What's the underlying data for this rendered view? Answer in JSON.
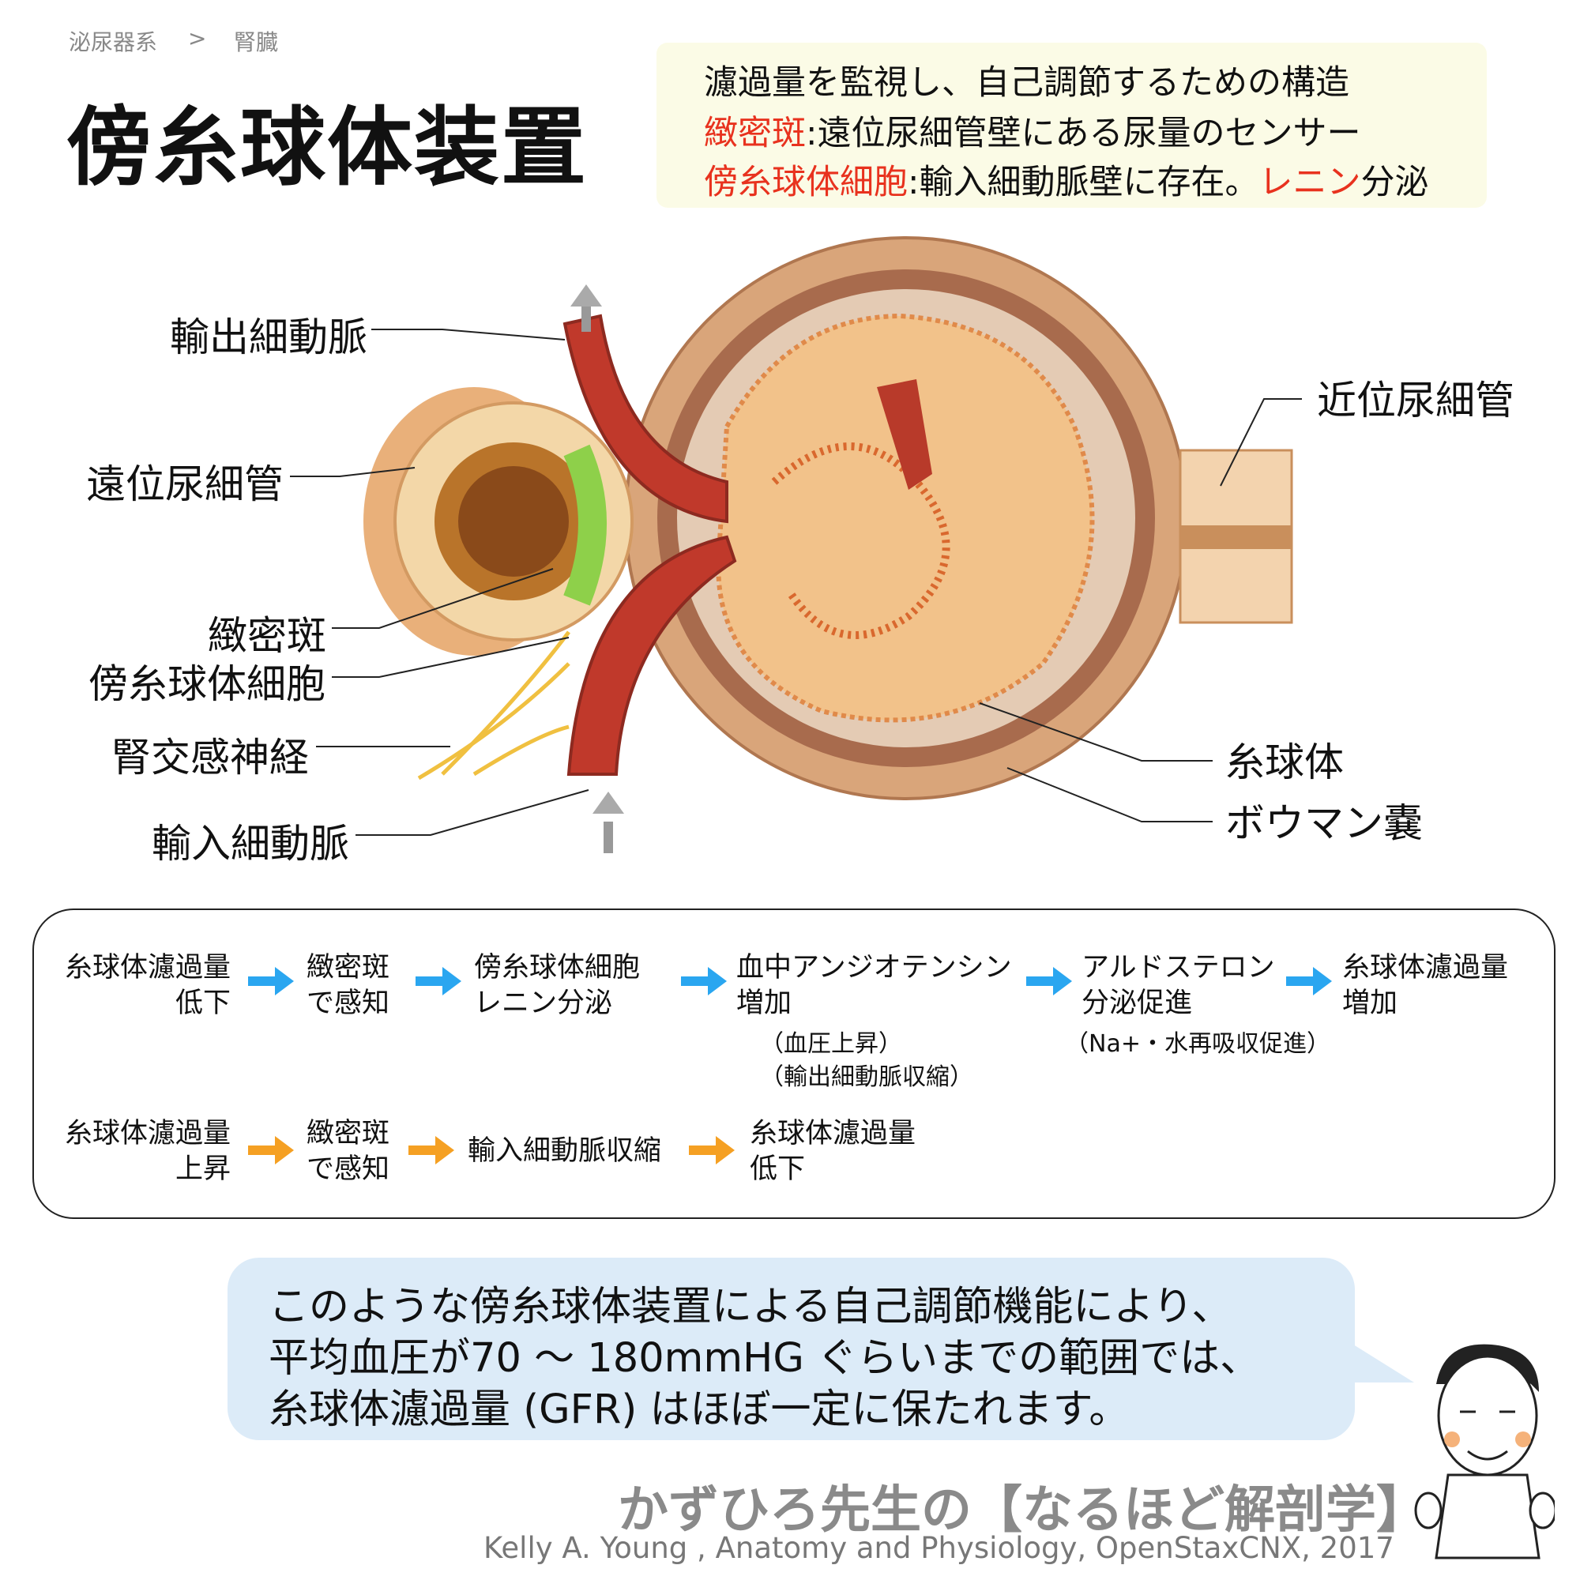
{
  "breadcrumb": {
    "parent": "泌尿器系",
    "separator": ">",
    "current": "腎臓"
  },
  "title": "傍糸球体装置",
  "info": {
    "line1": "濾過量を監視し、自己調節するための構造",
    "line2_term": "緻密斑",
    "line2_text": ":遠位尿細管壁にある尿量のセンサー",
    "line3_term": "傍糸球体細胞",
    "line3_text": ":輸入細動脈壁に存在。",
    "line3_renin": "レニン",
    "line3_end": "分泌"
  },
  "labels": {
    "efferent": "輸出細動脈",
    "distal": "遠位尿細管",
    "macula": "緻密斑",
    "jg_cells": "傍糸球体細胞",
    "nerve": "腎交感神経",
    "afferent": "輸入細動脈",
    "proximal": "近位尿細管",
    "glomerulus": "糸球体",
    "bowman": "ボウマン嚢"
  },
  "flow": {
    "row1": [
      {
        "l1": "糸球体濾過量",
        "l2": "低下"
      },
      {
        "l1": "緻密斑",
        "l2": "で感知"
      },
      {
        "l1": "傍糸球体細胞",
        "l2": "レニン分泌"
      },
      {
        "l1": "血中アンジオテンシン",
        "l2": "増加",
        "s1": "（血圧上昇）",
        "s2": "（輸出細動脈収縮）"
      },
      {
        "l1": "アルドステロン",
        "l2": "分泌促進",
        "s1": "（Na+・水再吸収促進）"
      },
      {
        "l1": "糸球体濾過量",
        "l2": "増加"
      }
    ],
    "row2": [
      {
        "l1": "糸球体濾過量",
        "l2": "上昇"
      },
      {
        "l1": "緻密斑",
        "l2": "で感知"
      },
      {
        "l1": "輸入細動脈収縮"
      },
      {
        "l1": "糸球体濾過量",
        "l2": "低下"
      }
    ],
    "colors": {
      "row1_arrow": "#2aa6f0",
      "row2_arrow": "#f5a023"
    }
  },
  "bubble": {
    "line1": "このような傍糸球体装置による自己調節機能により、",
    "line2": "平均血圧が70 ～ 180mmHG ぐらいまでの範囲では、",
    "line3": "糸球体濾過量 (GFR) はほぼ一定に保たれます。"
  },
  "footer": {
    "brand": "かずひろ先生の【なるほど解剖学】",
    "credit": "Kelly A. Young , Anatomy and Physiology, OpenStaxCNX, 2017"
  }
}
